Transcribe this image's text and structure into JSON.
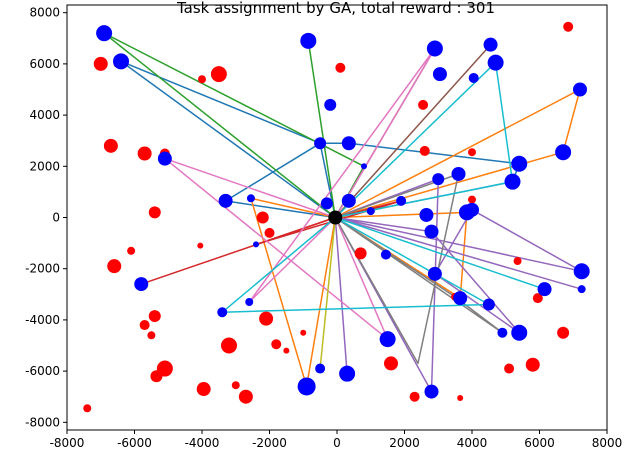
{
  "chart_data": {
    "type": "scatter",
    "title": "Task assignment by GA, total reward : 301",
    "xlabel": "",
    "ylabel": "",
    "xlim": [
      -8000,
      8000
    ],
    "ylim": [
      -8300,
      8300
    ],
    "xticks": [
      -8000,
      -6000,
      -4000,
      -2000,
      0,
      2000,
      4000,
      6000,
      8000
    ],
    "yticks": [
      -8000,
      -6000,
      -4000,
      -2000,
      0,
      2000,
      4000,
      6000,
      8000
    ],
    "grid": false,
    "legend": "none",
    "depot": {
      "x": -50,
      "y": 0
    },
    "assigned_tasks": [
      {
        "x": -6900,
        "y": 7200,
        "size": 8
      },
      {
        "x": -6400,
        "y": 6100,
        "size": 8
      },
      {
        "x": -5100,
        "y": 2300,
        "size": 7
      },
      {
        "x": -3300,
        "y": 650,
        "size": 7
      },
      {
        "x": -2550,
        "y": 750,
        "size": 4
      },
      {
        "x": -2400,
        "y": -1050,
        "size": 3
      },
      {
        "x": -3400,
        "y": -3700,
        "size": 5
      },
      {
        "x": -5800,
        "y": -2600,
        "size": 7
      },
      {
        "x": -2600,
        "y": -3300,
        "size": 4
      },
      {
        "x": -850,
        "y": 6900,
        "size": 8
      },
      {
        "x": -200,
        "y": 4400,
        "size": 6
      },
      {
        "x": 350,
        "y": 2900,
        "size": 7
      },
      {
        "x": -500,
        "y": 2900,
        "size": 6
      },
      {
        "x": 800,
        "y": 2000,
        "size": 3
      },
      {
        "x": -300,
        "y": 550,
        "size": 6
      },
      {
        "x": 350,
        "y": 650,
        "size": 7
      },
      {
        "x": 1000,
        "y": 250,
        "size": 4
      },
      {
        "x": 1900,
        "y": 650,
        "size": 5
      },
      {
        "x": 1450,
        "y": -1450,
        "size": 5
      },
      {
        "x": 1500,
        "y": -4750,
        "size": 8
      },
      {
        "x": 300,
        "y": -6100,
        "size": 8
      },
      {
        "x": -500,
        "y": -5900,
        "size": 5
      },
      {
        "x": -900,
        "y": -6600,
        "size": 9
      },
      {
        "x": 2900,
        "y": 6600,
        "size": 8
      },
      {
        "x": 3050,
        "y": 5600,
        "size": 7
      },
      {
        "x": 4050,
        "y": 5450,
        "size": 5
      },
      {
        "x": 4550,
        "y": 6750,
        "size": 7
      },
      {
        "x": 4700,
        "y": 6050,
        "size": 8
      },
      {
        "x": 3000,
        "y": 1500,
        "size": 6
      },
      {
        "x": 3600,
        "y": 1700,
        "size": 7
      },
      {
        "x": 2650,
        "y": 100,
        "size": 7
      },
      {
        "x": 2800,
        "y": -550,
        "size": 7
      },
      {
        "x": 2900,
        "y": -2200,
        "size": 7
      },
      {
        "x": 3650,
        "y": -3150,
        "size": 7
      },
      {
        "x": 3850,
        "y": 200,
        "size": 8
      },
      {
        "x": 4000,
        "y": 300,
        "size": 7
      },
      {
        "x": 4500,
        "y": -3400,
        "size": 6
      },
      {
        "x": 4900,
        "y": -4500,
        "size": 5
      },
      {
        "x": 5200,
        "y": 1400,
        "size": 8
      },
      {
        "x": 5400,
        "y": 2100,
        "size": 8
      },
      {
        "x": 5400,
        "y": -4500,
        "size": 8
      },
      {
        "x": 6150,
        "y": -2800,
        "size": 7
      },
      {
        "x": 6700,
        "y": 2550,
        "size": 8
      },
      {
        "x": 7200,
        "y": 5000,
        "size": 7
      },
      {
        "x": 7250,
        "y": -2100,
        "size": 8
      },
      {
        "x": 7250,
        "y": -2800,
        "size": 4
      },
      {
        "x": 2800,
        "y": -6800,
        "size": 7
      }
    ],
    "unassigned_tasks": [
      {
        "x": -7000,
        "y": 6000,
        "size": 7
      },
      {
        "x": -6700,
        "y": 2800,
        "size": 7
      },
      {
        "x": -5700,
        "y": 2500,
        "size": 7
      },
      {
        "x": -5100,
        "y": 2500,
        "size": 5
      },
      {
        "x": -4000,
        "y": 5400,
        "size": 4
      },
      {
        "x": -3500,
        "y": 5600,
        "size": 8
      },
      {
        "x": -5400,
        "y": 200,
        "size": 6
      },
      {
        "x": -6100,
        "y": -1300,
        "size": 4
      },
      {
        "x": -6600,
        "y": -1900,
        "size": 7
      },
      {
        "x": -5700,
        "y": -4200,
        "size": 5
      },
      {
        "x": -5400,
        "y": -3850,
        "size": 6
      },
      {
        "x": -5500,
        "y": -4600,
        "size": 4
      },
      {
        "x": -5350,
        "y": -6200,
        "size": 6
      },
      {
        "x": -5100,
        "y": -5900,
        "size": 8
      },
      {
        "x": -3200,
        "y": -5000,
        "size": 8
      },
      {
        "x": -3000,
        "y": -6550,
        "size": 4
      },
      {
        "x": -2700,
        "y": -7000,
        "size": 7
      },
      {
        "x": -2100,
        "y": -3950,
        "size": 7
      },
      {
        "x": -1800,
        "y": -4950,
        "size": 5
      },
      {
        "x": -1500,
        "y": -5200,
        "size": 3
      },
      {
        "x": -1000,
        "y": -4500,
        "size": 3
      },
      {
        "x": -4050,
        "y": -1100,
        "size": 3
      },
      {
        "x": -3950,
        "y": -6700,
        "size": 7
      },
      {
        "x": -2200,
        "y": 0,
        "size": 6
      },
      {
        "x": -2000,
        "y": -600,
        "size": 5
      },
      {
        "x": -7400,
        "y": -7450,
        "size": 4
      },
      {
        "x": -6500,
        "y": 6000,
        "size": 4
      },
      {
        "x": 100,
        "y": 5850,
        "size": 5
      },
      {
        "x": 700,
        "y": -1400,
        "size": 6
      },
      {
        "x": 1000,
        "y": 250,
        "size": 4
      },
      {
        "x": 1600,
        "y": -5700,
        "size": 7
      },
      {
        "x": 2300,
        "y": -7000,
        "size": 5
      },
      {
        "x": 2550,
        "y": 4400,
        "size": 5
      },
      {
        "x": 2600,
        "y": 2600,
        "size": 5
      },
      {
        "x": 3500,
        "y": -3100,
        "size": 4
      },
      {
        "x": 3650,
        "y": -7050,
        "size": 3
      },
      {
        "x": 3000,
        "y": 1500,
        "size": 5
      },
      {
        "x": 4000,
        "y": 2550,
        "size": 4
      },
      {
        "x": 4000,
        "y": 700,
        "size": 4
      },
      {
        "x": 5100,
        "y": -5900,
        "size": 5
      },
      {
        "x": 5350,
        "y": -1700,
        "size": 4
      },
      {
        "x": 5800,
        "y": -5750,
        "size": 7
      },
      {
        "x": 5950,
        "y": -3150,
        "size": 5
      },
      {
        "x": 6700,
        "y": -4500,
        "size": 6
      },
      {
        "x": 6850,
        "y": 7450,
        "size": 5
      },
      {
        "x": 7200,
        "y": 5000,
        "size": 3
      }
    ],
    "routes": [
      {
        "color": "#1f77b4",
        "points": [
          [
            -50,
            0
          ],
          [
            -3300,
            650
          ],
          [
            -500,
            2900
          ],
          [
            350,
            2900
          ],
          [
            5400,
            2100
          ],
          [
            5200,
            1400
          ],
          [
            -50,
            0
          ]
        ]
      },
      {
        "color": "#1f77b4",
        "points": [
          [
            -50,
            0
          ],
          [
            -6400,
            6100
          ],
          [
            -500,
            2900
          ],
          [
            -50,
            0
          ]
        ]
      },
      {
        "color": "#ff7f0e",
        "points": [
          [
            -50,
            0
          ],
          [
            7200,
            5000
          ],
          [
            6700,
            2550
          ],
          [
            -50,
            0
          ]
        ]
      },
      {
        "color": "#ff7f0e",
        "points": [
          [
            -50,
            0
          ],
          [
            -2550,
            750
          ],
          [
            -900,
            -6600
          ],
          [
            -50,
            0
          ]
        ]
      },
      {
        "color": "#ff7f0e",
        "points": [
          [
            -50,
            0
          ],
          [
            3850,
            200
          ],
          [
            3650,
            -3150
          ],
          [
            -50,
            0
          ]
        ]
      },
      {
        "color": "#2ca02c",
        "points": [
          [
            -50,
            0
          ],
          [
            -6900,
            7200
          ],
          [
            800,
            2000
          ],
          [
            -50,
            0
          ]
        ]
      },
      {
        "color": "#2ca02c",
        "points": [
          [
            -50,
            0
          ],
          [
            -850,
            6900
          ],
          [
            -50,
            0
          ]
        ]
      },
      {
        "color": "#d62728",
        "points": [
          [
            -50,
            0
          ],
          [
            -5800,
            -2600
          ],
          [
            -50,
            0
          ]
        ]
      },
      {
        "color": "#d62728",
        "points": [
          [
            -50,
            0
          ],
          [
            -2400,
            -1050
          ],
          [
            1900,
            650
          ],
          [
            -50,
            0
          ]
        ]
      },
      {
        "color": "#9467bd",
        "points": [
          [
            -50,
            0
          ],
          [
            7250,
            -2100
          ],
          [
            4000,
            300
          ],
          [
            2900,
            -2200
          ],
          [
            5400,
            -4500
          ],
          [
            2800,
            -550
          ],
          [
            -50,
            0
          ]
        ]
      },
      {
        "color": "#9467bd",
        "points": [
          [
            -50,
            0
          ],
          [
            300,
            -6100
          ],
          [
            -50,
            0
          ]
        ]
      },
      {
        "color": "#9467bd",
        "points": [
          [
            -50,
            0
          ],
          [
            2800,
            -6800
          ],
          [
            3000,
            1500
          ],
          [
            -50,
            0
          ]
        ]
      },
      {
        "color": "#9467bd",
        "points": [
          [
            -50,
            0
          ],
          [
            7250,
            -2800
          ],
          [
            -50,
            0
          ]
        ]
      },
      {
        "color": "#8c564b",
        "points": [
          [
            -50,
            0
          ],
          [
            4550,
            6750
          ],
          [
            -50,
            0
          ]
        ]
      },
      {
        "color": "#8c564b",
        "points": [
          [
            -50,
            0
          ],
          [
            2900,
            6600
          ],
          [
            -50,
            0
          ]
        ]
      },
      {
        "color": "#e377c2",
        "points": [
          [
            -50,
            0
          ],
          [
            -5100,
            2300
          ],
          [
            -50,
            0
          ]
        ]
      },
      {
        "color": "#e377c2",
        "points": [
          [
            -50,
            0
          ],
          [
            2900,
            6600
          ],
          [
            -2600,
            -3300
          ],
          [
            -50,
            0
          ]
        ]
      },
      {
        "color": "#e377c2",
        "points": [
          [
            -50,
            0
          ],
          [
            1500,
            -4750
          ],
          [
            -5100,
            2300
          ]
        ]
      },
      {
        "color": "#7f7f7f",
        "points": [
          [
            -50,
            0
          ],
          [
            3500,
            -3100
          ],
          [
            4900,
            -4500
          ],
          [
            -50,
            0
          ]
        ]
      },
      {
        "color": "#7f7f7f",
        "points": [
          [
            -50,
            0
          ],
          [
            3600,
            1700
          ],
          [
            2400,
            -5700
          ],
          [
            -50,
            0
          ]
        ]
      },
      {
        "color": "#bcbd22",
        "points": [
          [
            -50,
            0
          ],
          [
            -500,
            -5900
          ],
          [
            -50,
            0
          ]
        ]
      },
      {
        "color": "#17becf",
        "points": [
          [
            -50,
            0
          ],
          [
            6150,
            -2800
          ],
          [
            -50,
            0
          ]
        ]
      },
      {
        "color": "#17becf",
        "points": [
          [
            -50,
            0
          ],
          [
            -3400,
            -3700
          ],
          [
            4500,
            -3400
          ],
          [
            -50,
            0
          ]
        ]
      },
      {
        "color": "#17becf",
        "points": [
          [
            -50,
            0
          ],
          [
            4700,
            6050
          ],
          [
            5200,
            1400
          ],
          [
            -50,
            0
          ]
        ]
      }
    ]
  }
}
